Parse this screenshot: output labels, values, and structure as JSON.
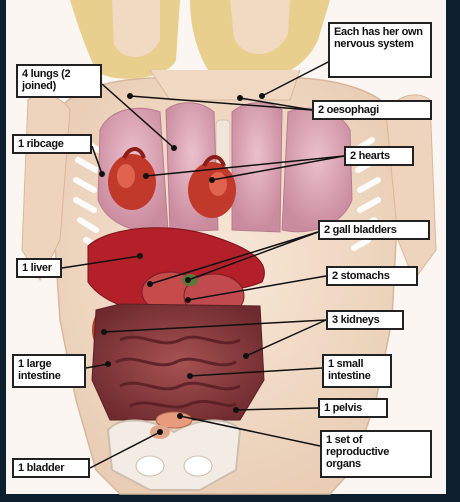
{
  "labels": {
    "nervous": "Each has her own nervous system",
    "lungs": "4 lungs (2 joined)",
    "oesophagi": "2 oesophagi",
    "ribcage": "1 ribcage",
    "hearts": "2 hearts",
    "gall": "2 gall bladders",
    "liver": "1 liver",
    "stomachs": "2 stomachs",
    "kidneys": "3 kidneys",
    "large_intestine": "1 large intestine",
    "small_intestine": "1 small intestine",
    "pelvis": "1 pelvis",
    "reproductive": "1 set of reproductive organs",
    "bladder": "1 bladder"
  },
  "colors": {
    "background": "#0c1f2e",
    "skin": "#f4e0cc",
    "hair": "#e8cf8e",
    "lung": "#dba3b3",
    "heart": "#c0392b",
    "liver": "#b3202a",
    "intestine": "#8e3b3b",
    "label_border": "#222222"
  }
}
